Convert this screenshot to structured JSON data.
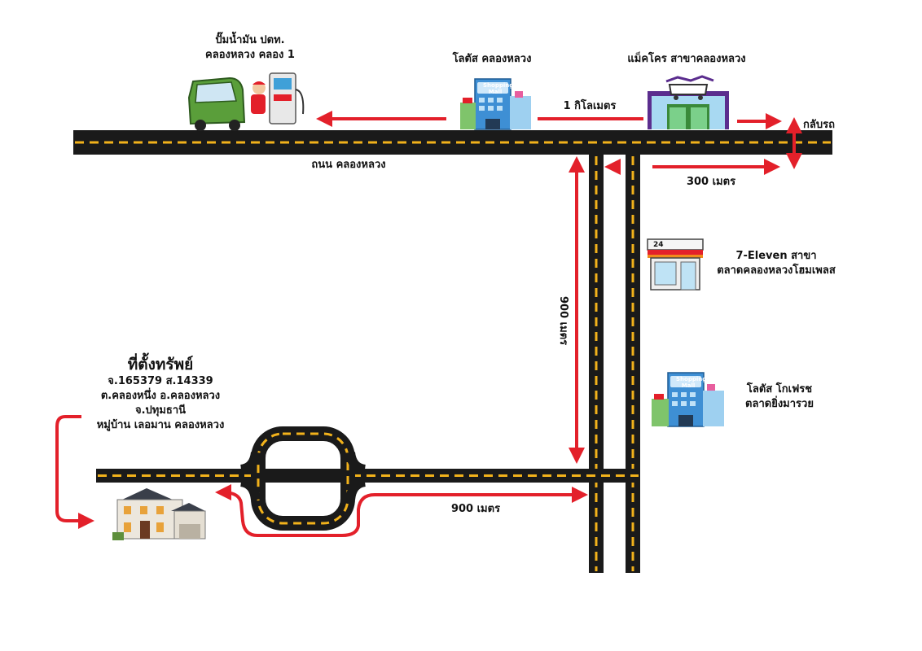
{
  "colors": {
    "road": "#1a1a1a",
    "lane": "#f2b21b",
    "arrow": "#e3202a"
  },
  "gas_station": {
    "line1": "ปั๊มน้ำมัน ปตท.",
    "line2": "คลองหลวง คลอง 1",
    "icon": "gas-station-icon"
  },
  "lotus_khlong_luang": {
    "label": "โลตัส คลองหลวง",
    "icon": "shopping-mall-icon",
    "sign": [
      "Shopping",
      "Mall"
    ]
  },
  "makro": {
    "label": "แม็คโคร สาขาคลองหลวง",
    "icon": "wholesale-store-icon"
  },
  "u_turn": {
    "label": "กลับรถ"
  },
  "distance_1km": {
    "label": "1 กิโลเมตร"
  },
  "main_road": {
    "label": "ถนน คลองหลวง"
  },
  "distance_300m": {
    "label": "300 เมตร"
  },
  "seven_eleven": {
    "line1": "7-Eleven สาขา",
    "line2": "ตลาดคลองหลวงโฮมเพลส",
    "icon": "convenience-store-icon",
    "badge": "24"
  },
  "distance_900m_vertical": {
    "label": "900 เมตร"
  },
  "lotus_go_fresh": {
    "line1": "โลตัส โกเฟรช",
    "line2": "ตลาดยิ่งมารวย",
    "icon": "shopping-mall-icon",
    "sign": [
      "Shopping",
      "Mall"
    ]
  },
  "property": {
    "title": "ที่ตั้งทรัพย์",
    "line1": "จ.165379    ส.14339",
    "line2": "ต.คลองหนึ่ง   อ.คลองหลวง",
    "line3": "จ.ปทุมธานี",
    "line4": "หมู่บ้าน เลอมาน คลองหลวง",
    "icon": "house-icon"
  },
  "distance_900m_bottom": {
    "label": "900 เมตร"
  }
}
